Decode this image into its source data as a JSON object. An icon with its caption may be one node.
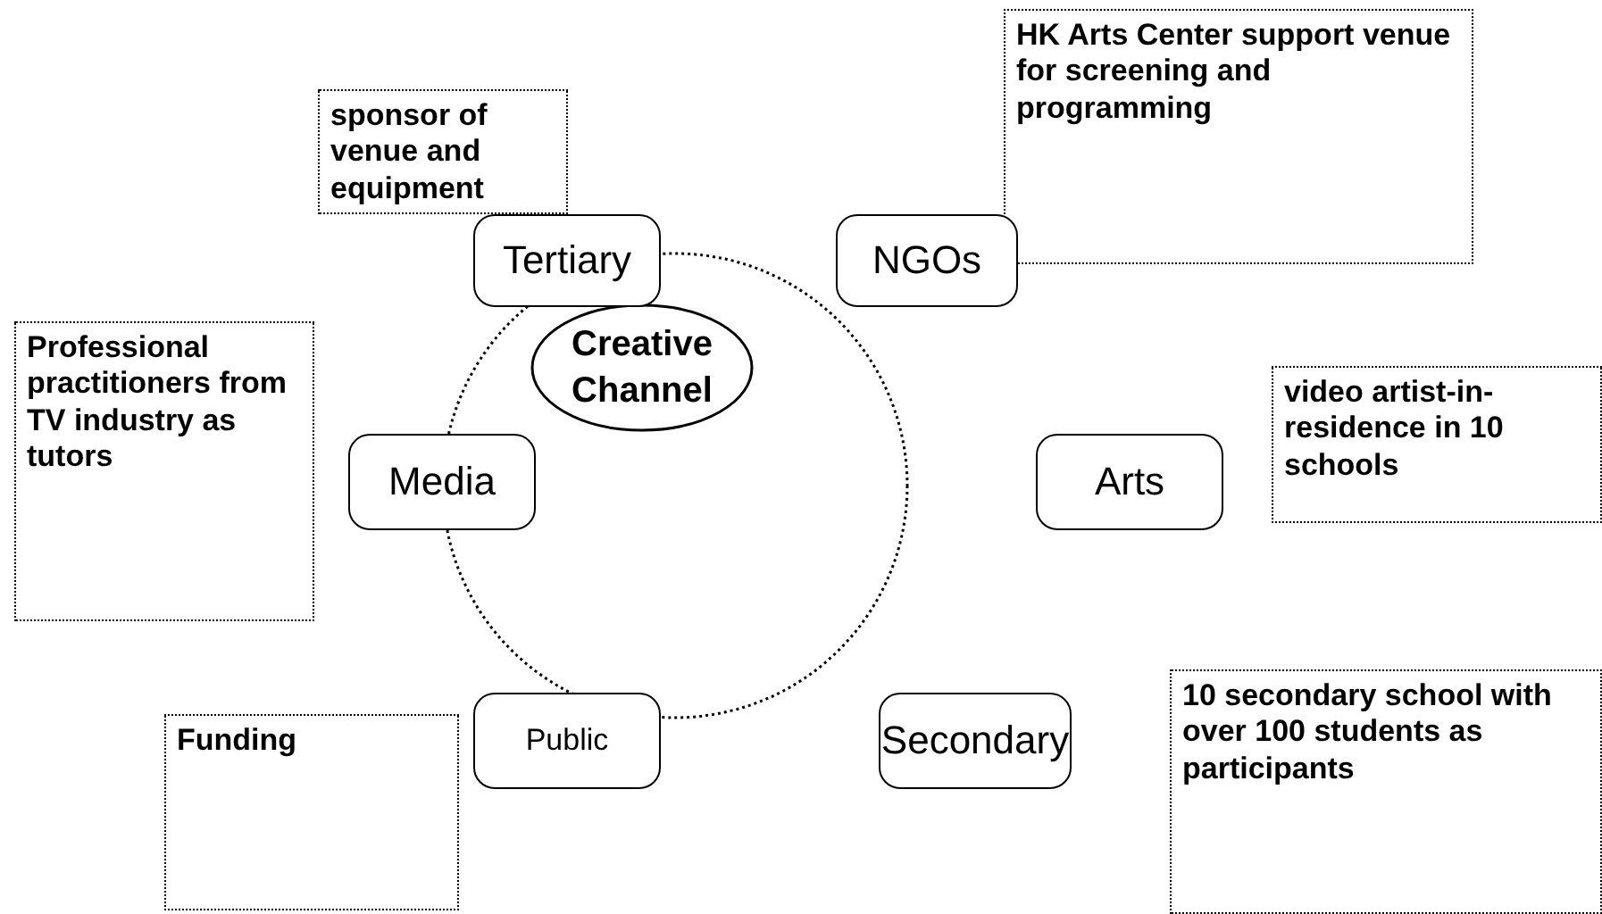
{
  "diagram": {
    "nodes": [
      {
        "text": [
          "Creative Channel"
        ]
      },
      {
        "text": [
          "Tertiary"
        ]
      },
      {
        "text": [
          "NGOs"
        ]
      },
      {
        "text": [
          "Media"
        ]
      },
      {
        "text": [
          "Arts"
        ]
      },
      {
        "text": [
          "Public"
        ]
      },
      {
        "text": [
          "Secondary"
        ]
      },
      {
        "text": [
          "sponsor of venue and equipment"
        ]
      },
      {
        "text": [
          "HK Arts Center support venue for screening and programming"
        ]
      },
      {
        "text": [
          "Professional practitioners from TV industry as tutors"
        ]
      },
      {
        "text": [
          "video artist-in-residence in 10 schools"
        ]
      },
      {
        "text": [
          "Funding"
        ]
      },
      {
        "text": [
          "10 secondary school with over 100 students as participants"
        ]
      }
    ]
  }
}
